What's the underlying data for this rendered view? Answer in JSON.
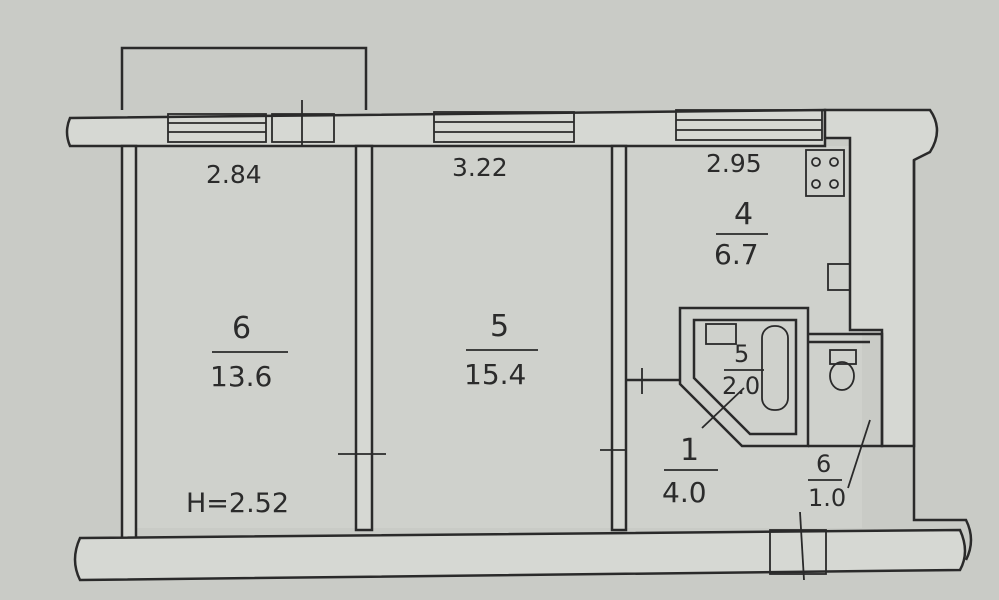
{
  "dimensions": {
    "room6_width": "2.84",
    "room5_width": "3.22",
    "room4_width": "2.95"
  },
  "rooms": [
    {
      "id": "6",
      "area": "13.6"
    },
    {
      "id": "5",
      "area": "15.4"
    },
    {
      "id": "4",
      "area": "6.7"
    },
    {
      "id": "5",
      "area": "2.0"
    },
    {
      "id": "1",
      "area": "4.0"
    },
    {
      "id": "6",
      "area": "1.0"
    }
  ],
  "ceiling_height": "H=2.52"
}
